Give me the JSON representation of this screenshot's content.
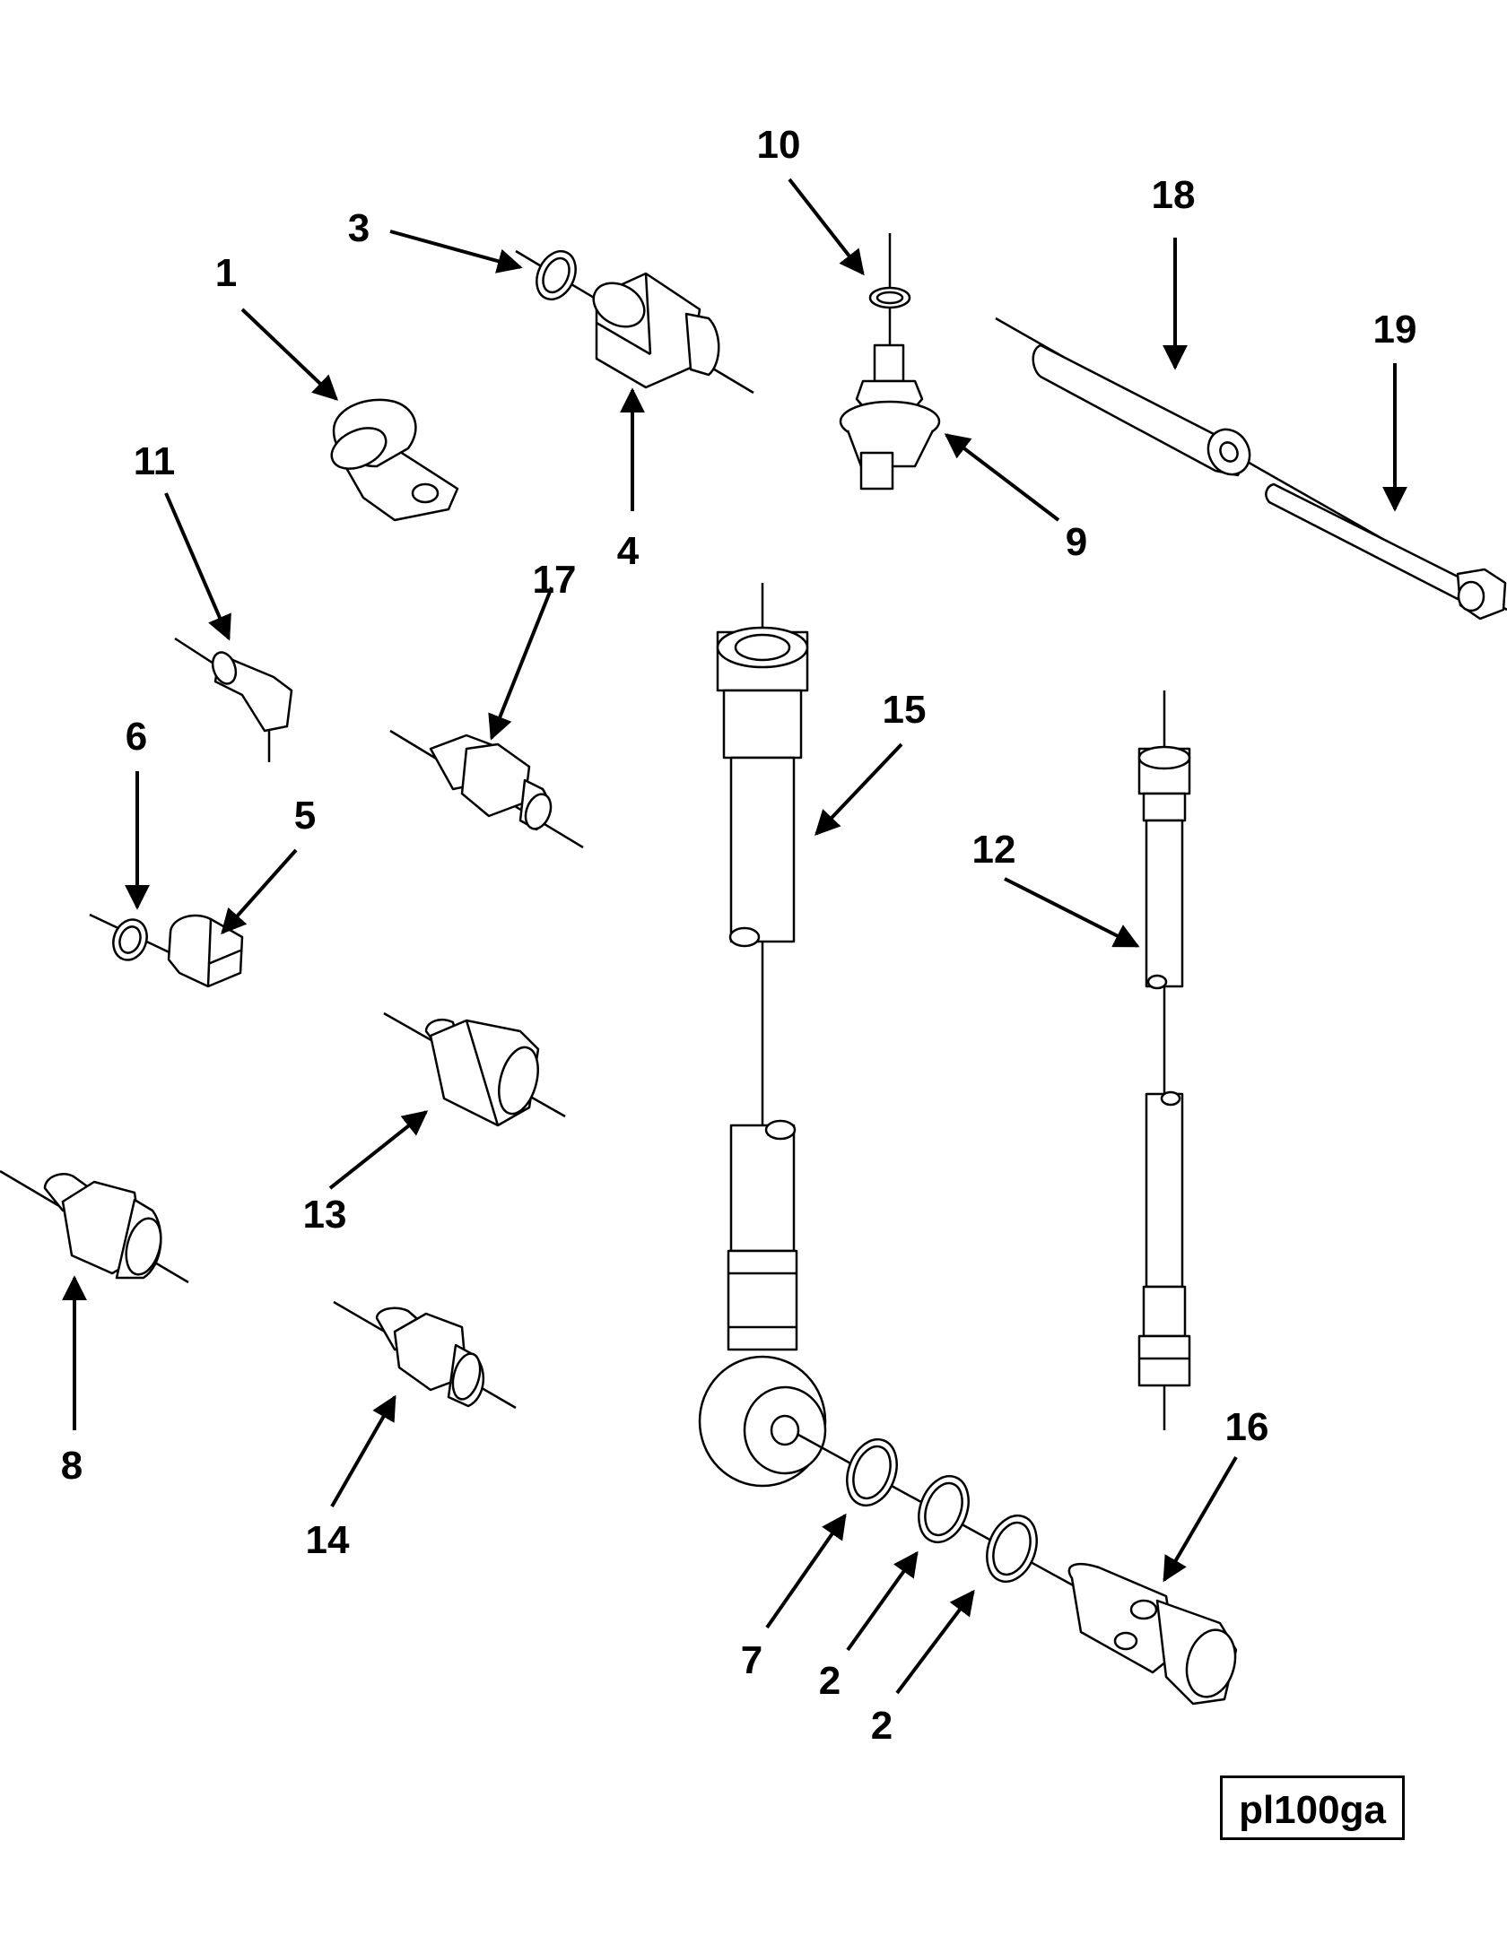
{
  "figure_id": "pl100ga",
  "callouts": {
    "c1": "1",
    "c2a": "2",
    "c2b": "2",
    "c3": "3",
    "c4": "4",
    "c5": "5",
    "c6": "6",
    "c7": "7",
    "c8": "8",
    "c9": "9",
    "c10": "10",
    "c11": "11",
    "c12": "12",
    "c13": "13",
    "c14": "14",
    "c15": "15",
    "c16": "16",
    "c17": "17",
    "c18": "18",
    "c19": "19"
  }
}
